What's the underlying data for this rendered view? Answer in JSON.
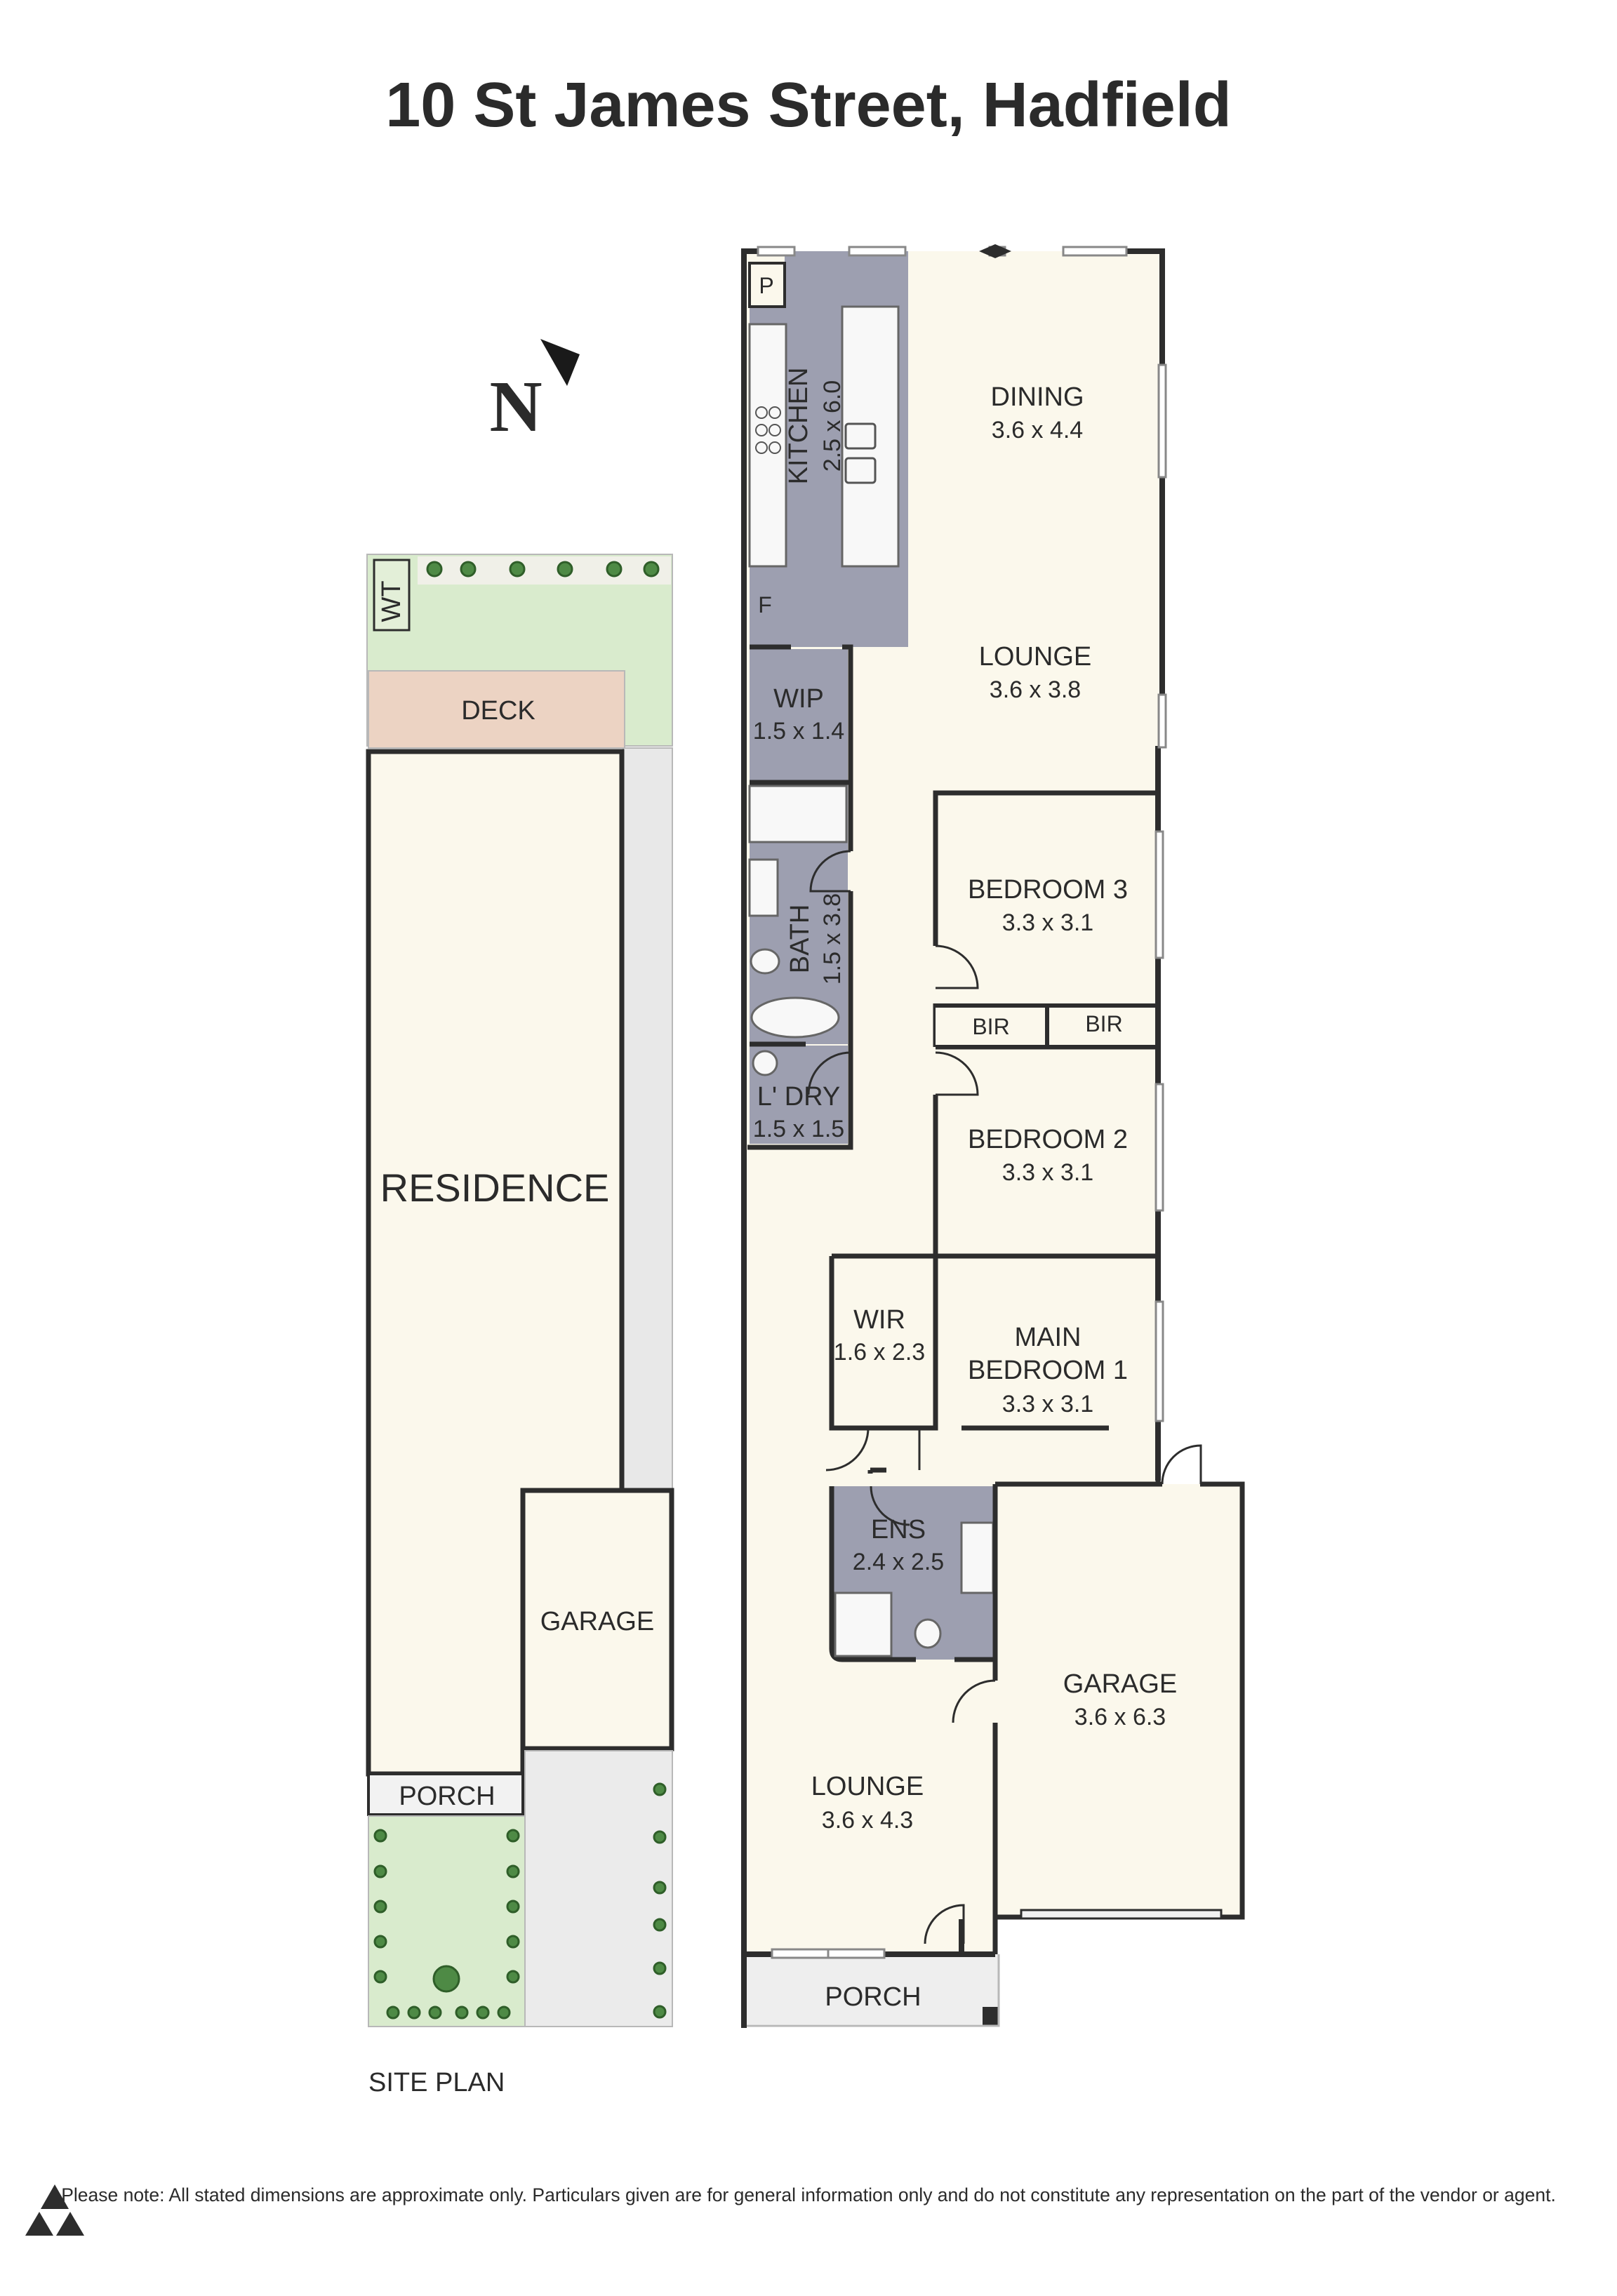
{
  "title": "10 St James Street, Hadfield",
  "north_label": "N",
  "site_plan": {
    "caption": "SITE PLAN",
    "labels": {
      "wt": "WT",
      "deck": "DECK",
      "residence": "RESIDENCE",
      "garage": "GARAGE",
      "porch": "PORCH"
    }
  },
  "floor_plan": {
    "rooms": {
      "dining": {
        "name": "DINING",
        "dims": "3.6 x 4.4"
      },
      "lounge_upper": {
        "name": "LOUNGE",
        "dims": "3.6 x 3.8"
      },
      "kitchen": {
        "name": "KITCHEN",
        "dims": "2.5 x 6.0"
      },
      "pantry": {
        "name": "P"
      },
      "fridge": {
        "name": "F"
      },
      "wip": {
        "name": "WIP",
        "dims": "1.5 x 1.4"
      },
      "bath": {
        "name": "BATH",
        "dims": "1.5 x 3.8"
      },
      "laundry": {
        "name": "L' DRY",
        "dims": "1.5 x 1.5"
      },
      "bedroom3": {
        "name": "BEDROOM 3",
        "dims": "3.3 x 3.1"
      },
      "bir_left": {
        "name": "BIR"
      },
      "bir_right": {
        "name": "BIR"
      },
      "bedroom2": {
        "name": "BEDROOM 2",
        "dims": "3.3 x 3.1"
      },
      "wir": {
        "name": "WIR",
        "dims": "1.6 x 2.3"
      },
      "main_bedroom": {
        "name_line1": "MAIN",
        "name_line2": "BEDROOM 1",
        "dims": "3.3 x 3.1"
      },
      "ensuite": {
        "name": "ENS",
        "dims": "2.4 x 2.5"
      },
      "garage": {
        "name": "GARAGE",
        "dims": "3.6 x 6.3"
      },
      "lounge_lower": {
        "name": "LOUNGE",
        "dims": "3.6 x 4.3"
      },
      "porch": {
        "name": "PORCH"
      }
    }
  },
  "disclaimer": "Please note: All stated dimensions are approximate only. Particulars given are for general information only and do not constitute any representation on the part of the vendor or agent.",
  "colors": {
    "room_fill": "#fbf8ec",
    "wet_area": "#9d9fb0",
    "grass": "#d9ebcd",
    "deck": "#ecd3c3",
    "path": "#e8e8e8",
    "walls": "#2d2d2d",
    "shrub": "#4e8a45"
  }
}
